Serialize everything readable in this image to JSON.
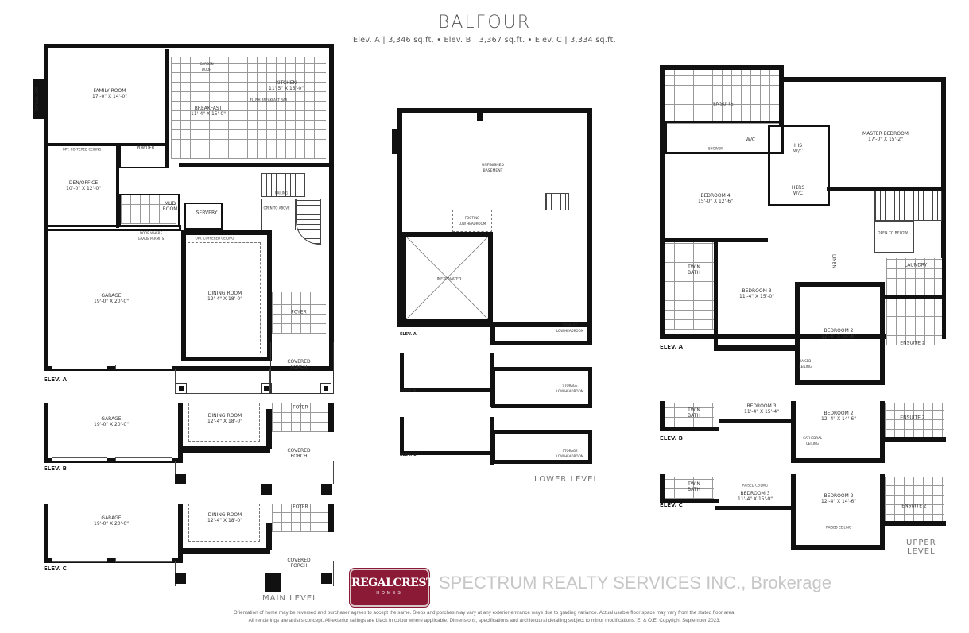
{
  "header": {
    "title": "BALFOUR",
    "subtitle": "Elev. A  | 3,346 sq.ft.  •  Elev. B  |  3,367 sq.ft.  •  Elev. C  |  3,334 sq.ft."
  },
  "main_level": {
    "caption": "MAIN LEVEL",
    "elev_a": {
      "elev_label": "ELEV. A",
      "family_room": "FAMILY ROOM\n17'-0\" X 14'-0\"",
      "fireplace": "GAS FIREPLACE",
      "kitchen": "KITCHEN\n11'-5\" X 15'-0\"",
      "breakfast": "BREAKFAST\n11'-4\" X 15'-0\"",
      "breakfast_bar": "FLUSH BREAKFAST BAR",
      "garden_door": "GARDEN\nDOOR",
      "powder": "POWDER",
      "den": "DEN/OFFICE\n10'-0\" X 12'-0\"",
      "den_ceiling": "OPT. COFFERED CEILING",
      "mud_room": "MUD\nROOM",
      "servery": "SERVERY",
      "door_where_grade": "DOOR WHERE\nGRADE PERMITS",
      "open_to_above": "OPEN TO ABOVE",
      "railing": "RAILING",
      "dining_ceiling": "OPT. COFFERED CEILING",
      "garage": "GARAGE\n19'-0\" X 20'-0\"",
      "dining_room": "DINING ROOM\n12'-4\" X 18'-0\"",
      "foyer": "FOYER",
      "covered_porch": "COVERED\nPORCH"
    },
    "elev_b": {
      "elev_label": "ELEV. B",
      "garage": "GARAGE\n19'-0\" X 20'-0\"",
      "dining_room": "DINING ROOM\n12'-4\" X 18'-0\"",
      "foyer": "FOYER",
      "covered_porch": "COVERED\nPORCH"
    },
    "elev_c": {
      "elev_label": "ELEV. C",
      "garage": "GARAGE\n19'-0\" X 20'-0\"",
      "dining_room": "DINING ROOM\n12'-4\" X 18'-0\"",
      "foyer": "FOYER",
      "covered_porch": "COVERED\nPORCH"
    }
  },
  "lower_level": {
    "caption": "LOWER LEVEL",
    "unfinished_basement": "UNFINISHED\nBASEMENT",
    "footing": "FOOTING\nLOW HEADROOM",
    "unexcavated": "UNEXCAVATED",
    "storage": "STORAGE\nLOW HEADROOM",
    "elev_a": "ELEV. A",
    "elev_b": "ELEV. B",
    "elev_c": "ELEV. C"
  },
  "upper_level": {
    "caption": "UPPER\nLEVEL",
    "elev_a": {
      "elev_label": "ELEV. A",
      "ensuite": "ENSUITE",
      "shower": "SHOWER",
      "wic": "W/C",
      "his_wic": "HIS\nW/C",
      "hers_wic": "HERS\nW/C",
      "master_bedroom": "MASTER BEDROOM\n17'-0\" X 15'-2\"",
      "bedroom_4": "BEDROOM 4\n15'-0\" X 12'-6\"",
      "open_to_below": "OPEN TO BELOW",
      "twin_bath": "TWIN\nBATH",
      "bedroom_3": "BEDROOM 3\n11'-4\" X 15'-0\"",
      "linen": "LINEN",
      "laundry": "LAUNDRY",
      "bedroom_2": "BEDROOM 2\n12'-4\" X 14'-6\"",
      "raised_ceiling": "RAISED\nCEILING",
      "ensuite_2": "ENSUITE 2"
    },
    "elev_b": {
      "elev_label": "ELEV. B",
      "twin_bath": "TWIN\nBATH",
      "bedroom_3": "BEDROOM 3\n11'-4\" X 15'-4\"",
      "bedroom_2": "BEDROOM 2\n12'-4\" X 14'-6\"",
      "cathedral_ceiling": "CATHEDRAL\nCEILING",
      "ensuite_2": "ENSUITE 2"
    },
    "elev_c": {
      "elev_label": "ELEV. C",
      "twin_bath": "TWIN\nBATH",
      "raised_ceiling_b3": "RAISED CEILING",
      "bedroom_3": "BEDROOM 3\n11'-4\" X 15'-0\"",
      "bedroom_2": "BEDROOM 2\n12'-4\" X 14'-6\"",
      "raised_ceiling_b2": "RAISED CEILING",
      "ensuite_2": "ENSUITE 2"
    }
  },
  "watermark": "SPECTRUM REALTY SERVICES INC., Brokerage",
  "logo": {
    "name": "REGALCREST",
    "sub": "HOMES"
  },
  "disclaimer": [
    "Orientation of home may be reversed and purchaser agrees to accept the same. Steps and porches may vary at any exterior entrance ways due to grading variance. Actual usable floor space may vary from the stated floor area.",
    "All renderings are artist's concept. All exterior railings are black in colour where applicable. Dimensions, specifications and architectural detailing subject to minor modifications. E. & O.E. Copyright September 2023."
  ]
}
